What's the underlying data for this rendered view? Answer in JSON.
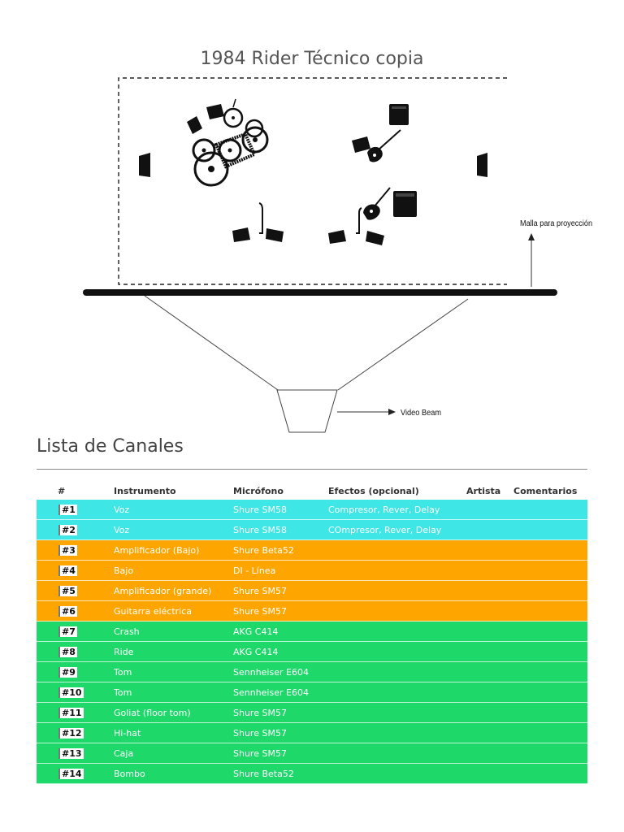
{
  "title": "1984 Rider Técnico copia",
  "stage": {
    "screen_label": "Malla para proyección",
    "projector_label": "Video Beam"
  },
  "section_title": "Lista de Canales",
  "table": {
    "headers": [
      "#",
      "Instrumento",
      "Micrófono",
      "Efectos (opcional)",
      "Artista",
      "Comentarios"
    ],
    "rows": [
      {
        "num": "#1",
        "instrument": "Voz",
        "mic": "Shure SM58",
        "effects": "Compresor, Rever, Delay",
        "artist": "",
        "comments": "",
        "color": "#3ee6e6"
      },
      {
        "num": "#2",
        "instrument": "Voz",
        "mic": "Shure SM58",
        "effects": "COmpresor, Rever, Delay",
        "artist": "",
        "comments": "",
        "color": "#3ee6e6"
      },
      {
        "num": "#3",
        "instrument": "Amplificador (Bajo)",
        "mic": "Shure Beta52",
        "effects": "",
        "artist": "",
        "comments": "",
        "color": "#ffa500"
      },
      {
        "num": "#4",
        "instrument": "Bajo",
        "mic": "DI - Línea",
        "effects": "",
        "artist": "",
        "comments": "",
        "color": "#ffa500"
      },
      {
        "num": "#5",
        "instrument": "Amplificador (grande)",
        "mic": "Shure SM57",
        "effects": "",
        "artist": "",
        "comments": "",
        "color": "#ffa500"
      },
      {
        "num": "#6",
        "instrument": "Guitarra eléctrica",
        "mic": "Shure SM57",
        "effects": "",
        "artist": "",
        "comments": "",
        "color": "#ffa500"
      },
      {
        "num": "#7",
        "instrument": "Crash",
        "mic": "AKG C414",
        "effects": "",
        "artist": "",
        "comments": "",
        "color": "#1ed96a"
      },
      {
        "num": "#8",
        "instrument": "Ride",
        "mic": "AKG C414",
        "effects": "",
        "artist": "",
        "comments": "",
        "color": "#1ed96a"
      },
      {
        "num": "#9",
        "instrument": "Tom",
        "mic": "Sennheiser E604",
        "effects": "",
        "artist": "",
        "comments": "",
        "color": "#1ed96a"
      },
      {
        "num": "#10",
        "instrument": "Tom",
        "mic": "Sennheiser E604",
        "effects": "",
        "artist": "",
        "comments": "",
        "color": "#1ed96a"
      },
      {
        "num": "#11",
        "instrument": "Goliat (floor tom)",
        "mic": "Shure SM57",
        "effects": "",
        "artist": "",
        "comments": "",
        "color": "#1ed96a"
      },
      {
        "num": "#12",
        "instrument": "Hi-hat",
        "mic": "Shure SM57",
        "effects": "",
        "artist": "",
        "comments": "",
        "color": "#1ed96a"
      },
      {
        "num": "#13",
        "instrument": "Caja",
        "mic": "Shure SM57",
        "effects": "",
        "artist": "",
        "comments": "",
        "color": "#1ed96a"
      },
      {
        "num": "#14",
        "instrument": "Bombo",
        "mic": "Shure Beta52",
        "effects": "",
        "artist": "",
        "comments": "",
        "color": "#1ed96a"
      }
    ]
  }
}
